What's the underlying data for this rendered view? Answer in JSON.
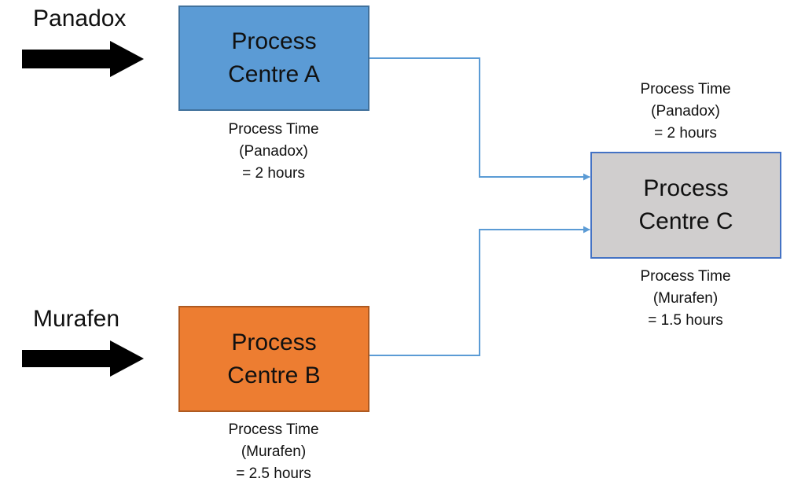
{
  "products": [
    {
      "name": "Panadox"
    },
    {
      "name": "Murafen"
    }
  ],
  "centres": [
    {
      "line1": "Process",
      "line2": "Centre A",
      "color": "#5b9bd5",
      "border": "#41719c"
    },
    {
      "line1": "Process",
      "line2": "Centre B",
      "color": "#ed7d31",
      "border": "#ae5a21"
    },
    {
      "line1": "Process",
      "line2": "Centre C",
      "color": "#d0cece",
      "border": "#4472c4"
    }
  ],
  "notes": {
    "a": {
      "line1": "Process Time",
      "line2": "(Panadox)",
      "line3": "= 2 hours"
    },
    "b": {
      "line1": "Process Time",
      "line2": "(Murafen)",
      "line3": "= 2.5 hours"
    },
    "c_panadox": {
      "line1": "Process Time",
      "line2": "(Panadox)",
      "line3": "= 2 hours"
    },
    "c_murafen": {
      "line1": "Process Time",
      "line2": "(Murafen)",
      "line3": "= 1.5 hours"
    }
  },
  "colors": {
    "input_arrow": "#000000",
    "connector": "#5b9bd5"
  }
}
